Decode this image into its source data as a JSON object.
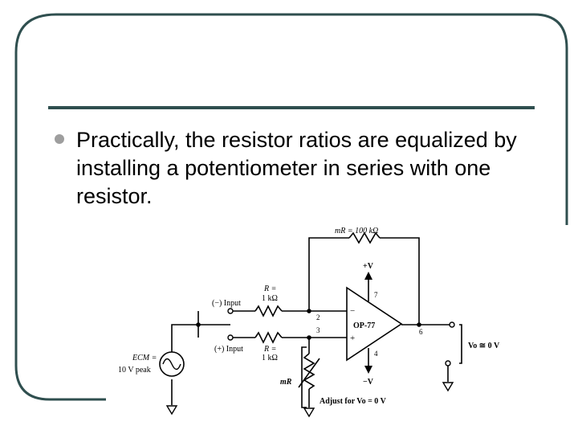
{
  "slide": {
    "bullet": "Practically, the resistor ratios are equalized by installing a potentiometer in series with one resistor."
  },
  "circuit": {
    "feedback_resistor": "mR = 100 kΩ",
    "pos_supply": "+V",
    "neg_supply": "−V",
    "pin_7": "7",
    "pin_2": "2",
    "pin_3": "3",
    "pin_6": "6",
    "pin_4": "4",
    "inv_input": "(−) Input",
    "noninv_input": "(+) Input",
    "r_top_line1": "R =",
    "r_top_line2": "1 kΩ",
    "r_bot_line1": "R =",
    "r_bot_line2": "1 kΩ",
    "opamp_name": "OP-77",
    "minus_sign": "−",
    "plus_sign": "+",
    "output_label": "Vo ≅ 0 V",
    "ecm_line1": "ECM =",
    "ecm_line2": "10 V peak",
    "mr_label": "mR",
    "adjust_label": "Adjust for Vo = 0 V"
  },
  "colors": {
    "frame": "#2f4f4f",
    "rule": "#2f4f4f",
    "bullet": "#9e9e9e"
  }
}
